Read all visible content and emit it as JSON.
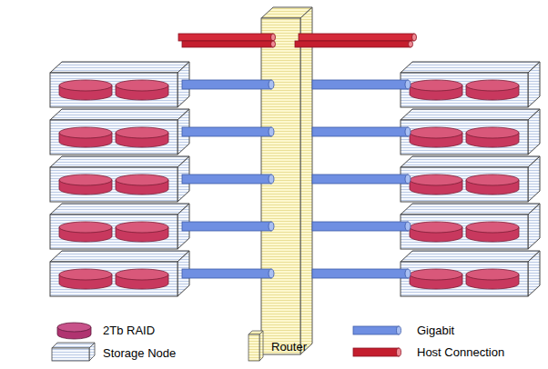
{
  "diagram": {
    "legend": [
      {
        "text": "2Tb RAID"
      },
      {
        "text": "Storage Node"
      },
      {
        "text": "Router"
      },
      {
        "text": "Gigabit"
      },
      {
        "text": "Host Connection"
      }
    ]
  }
}
